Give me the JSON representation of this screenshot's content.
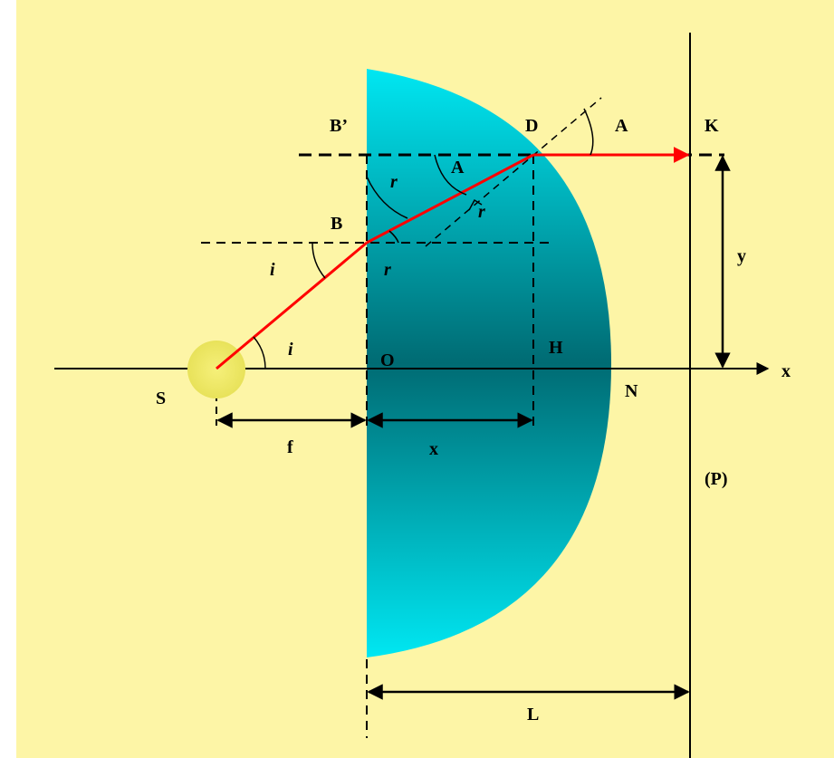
{
  "colors": {
    "background": "#fdf5a6",
    "lens_light": "#00e7f2",
    "lens_dark": "#006b73",
    "ray": "#ff0000",
    "source_glow": "#e8e25a"
  },
  "labels": {
    "S": "S",
    "O": "O",
    "H": "H",
    "N": "N",
    "B": "B",
    "B_prime": "B’",
    "D": "D",
    "A_top": "A",
    "A_inner": "A",
    "K": "K",
    "x_axis": "x",
    "y": "y",
    "f": "f",
    "x_dim": "x",
    "L": "L",
    "P": "(P)",
    "i_at_B": "i",
    "i_at_S": "i",
    "r_at_B": "r",
    "r_upper": "r",
    "r_inner": "r"
  }
}
